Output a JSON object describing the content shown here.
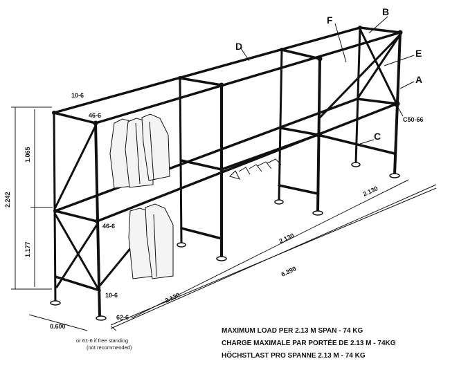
{
  "parts": {
    "a": "A",
    "b": "B",
    "c": "C",
    "d": "D",
    "e": "E",
    "f": "F",
    "clamp_c50": "C50-66",
    "fit_10_6_top": "10-6",
    "fit_46_6_top": "46-6",
    "fit_46_6_mid": "46-6",
    "fit_10_6_bottom": "10-6",
    "fit_62_6": "62-6"
  },
  "dimensions": {
    "total_height": "2.242",
    "upper_height": "1.065",
    "lower_height": "1.177",
    "depth": "0.600",
    "span_1": "2.130",
    "span_2": "2.130",
    "span_3": "2.130",
    "total_length": "6.390"
  },
  "notes": {
    "free_standing_1": "or 61-6 if free standing",
    "free_standing_2": "(not recommended)"
  },
  "load_info": {
    "en": "MAXIMUM LOAD PER 2.13 M SPAN - 74 KG",
    "fr": "CHARGE MAXIMALE PAR PORTÉE DE 2.13 M - 74KG",
    "de": "HÖCHSTLAST PRO SPANNE 2.13 M - 74 KG"
  }
}
